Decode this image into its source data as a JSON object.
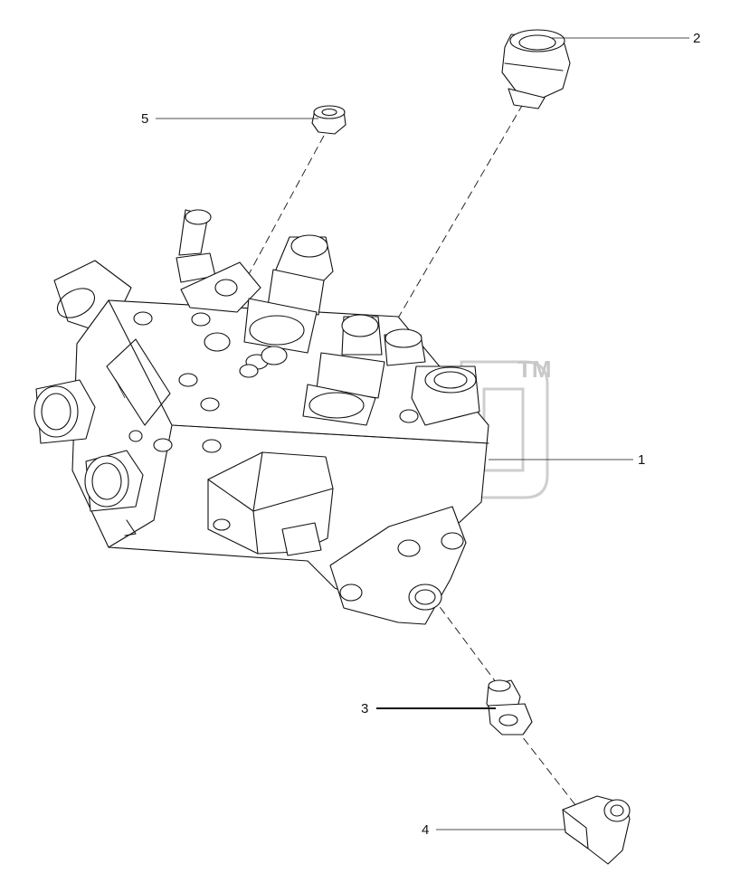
{
  "diagram": {
    "callouts": [
      {
        "id": "1",
        "label": "1"
      },
      {
        "id": "2",
        "label": "2"
      },
      {
        "id": "3",
        "label": "3"
      },
      {
        "id": "4",
        "label": "4"
      },
      {
        "id": "5",
        "label": "5"
      }
    ],
    "watermark": {
      "trademark": "TM"
    }
  }
}
